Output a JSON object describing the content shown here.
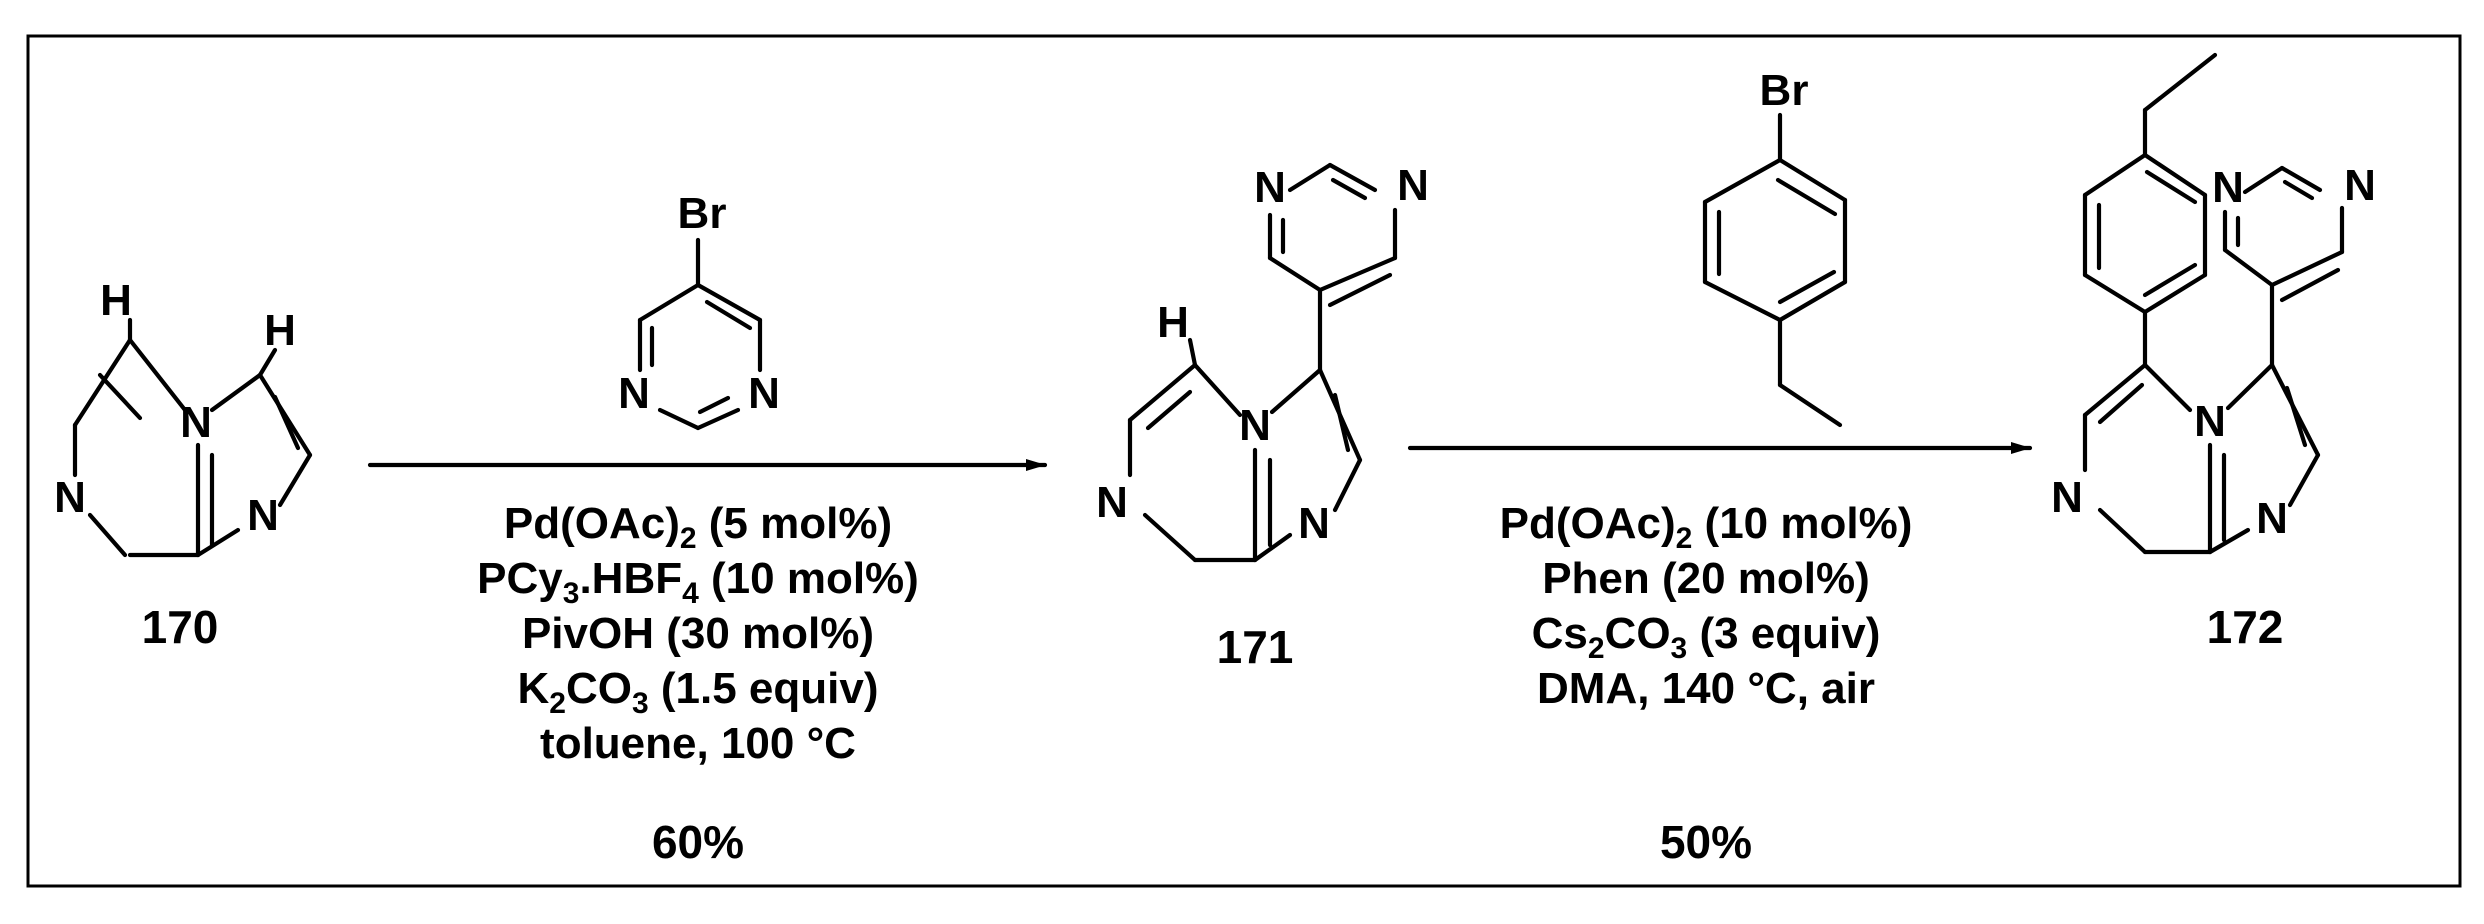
{
  "compounds": {
    "c170": {
      "label": "170"
    },
    "c171": {
      "label": "171"
    },
    "c172": {
      "label": "172"
    }
  },
  "reagents": {
    "r1": {
      "Br": "Br"
    },
    "r2": {
      "Br": "Br"
    }
  },
  "atoms": {
    "N": "N",
    "H": "H"
  },
  "step1": {
    "lines": [
      [
        "Pd(OAc)",
        "2",
        " (5 mol%)"
      ],
      [
        "PCy",
        "3",
        ".HBF",
        "4",
        " (10 mol%)"
      ],
      [
        "PivOH (30 mol%)"
      ],
      [
        "K",
        "2",
        "CO",
        "3",
        " (1.5 equiv)"
      ],
      [
        "toluene, 100 °C"
      ]
    ],
    "yield": "60%"
  },
  "step2": {
    "lines": [
      [
        "Pd(OAc)",
        "2",
        " (10 mol%)"
      ],
      [
        "Phen (20 mol%)"
      ],
      [
        "Cs",
        "2",
        "CO",
        "3",
        " (3 equiv)"
      ],
      [
        "DMA, 140 °C, air"
      ]
    ],
    "yield": "50%"
  }
}
